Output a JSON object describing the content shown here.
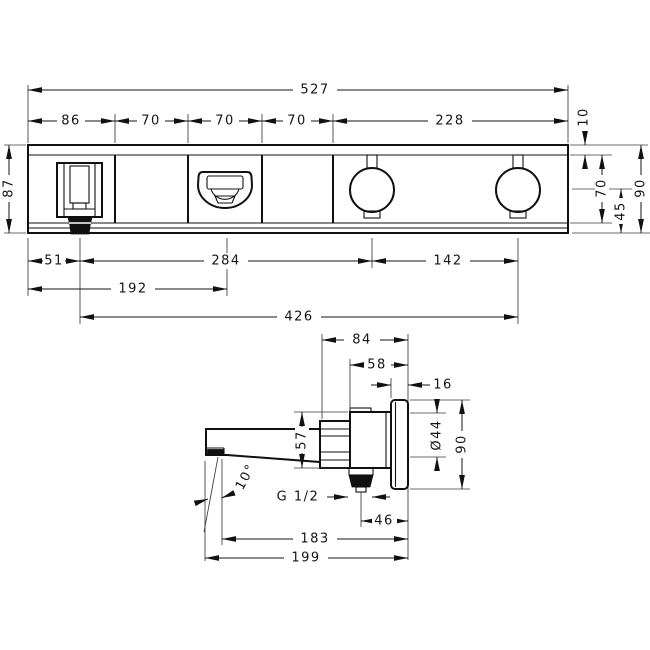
{
  "top_view": {
    "width_total": "527",
    "seg_1": "86",
    "seg_2": "70",
    "seg_3": "70",
    "seg_4": "70",
    "seg_5": "228",
    "top_rail": "10",
    "height_left": "87",
    "height_inner": "70",
    "height_axis": "45",
    "height_right": "90",
    "spout_offset": "51",
    "spout_to_knob1": "284",
    "knob_spacing": "142",
    "edge_to_selector": "192",
    "spout_to_knob2": "426"
  },
  "side_view": {
    "depth_total": "84",
    "depth_body": "58",
    "plate_depth": "16",
    "body_height": "57",
    "diameter": "Ø44",
    "plate_height": "90",
    "spout_angle": "10°",
    "thread_label": "G 1/2",
    "drain_offset": "46",
    "reach_outlet": "183",
    "reach_total": "199"
  }
}
